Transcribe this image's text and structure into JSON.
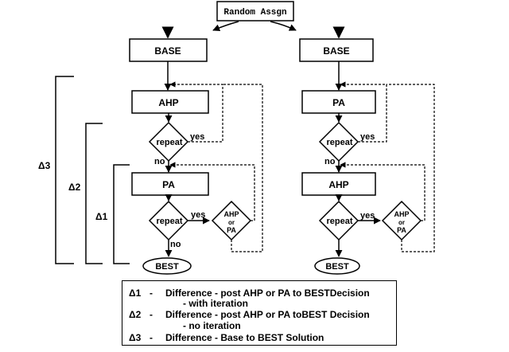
{
  "header": {
    "box_label": "Random Assgn"
  },
  "left_flow": {
    "base": "BASE",
    "method1": "AHP",
    "repeat1": "repeat",
    "yes1": "yes",
    "no1": "no",
    "method2": "PA",
    "repeat2": "repeat",
    "yes2": "yes",
    "no2": "no",
    "ahp_or_pa": [
      "AHP",
      "or",
      "PA"
    ],
    "best": "BEST"
  },
  "right_flow": {
    "base": "BASE",
    "method1": "PA",
    "repeat1": "repeat",
    "yes1": "yes",
    "no1": "no",
    "method2": "AHP",
    "repeat2": "repeat",
    "yes2": "yes",
    "ahp_or_pa": [
      "AHP",
      "or",
      "PA"
    ],
    "best": "BEST"
  },
  "brackets": {
    "d1": "Δ1",
    "d2": "Δ2",
    "d3": "Δ3"
  },
  "legend": {
    "rows": [
      {
        "symbol": "Δ1",
        "dash": "-",
        "text": "Difference - post AHP or PA to BESTDecision",
        "sub": "- with iteration"
      },
      {
        "symbol": "Δ2",
        "dash": "-",
        "text": "Difference - post AHP or PA toBEST Decision",
        "sub": "- no iteration"
      },
      {
        "symbol": "Δ3",
        "dash": "-",
        "text": "Difference - Base to BEST Solution",
        "sub": ""
      }
    ]
  }
}
